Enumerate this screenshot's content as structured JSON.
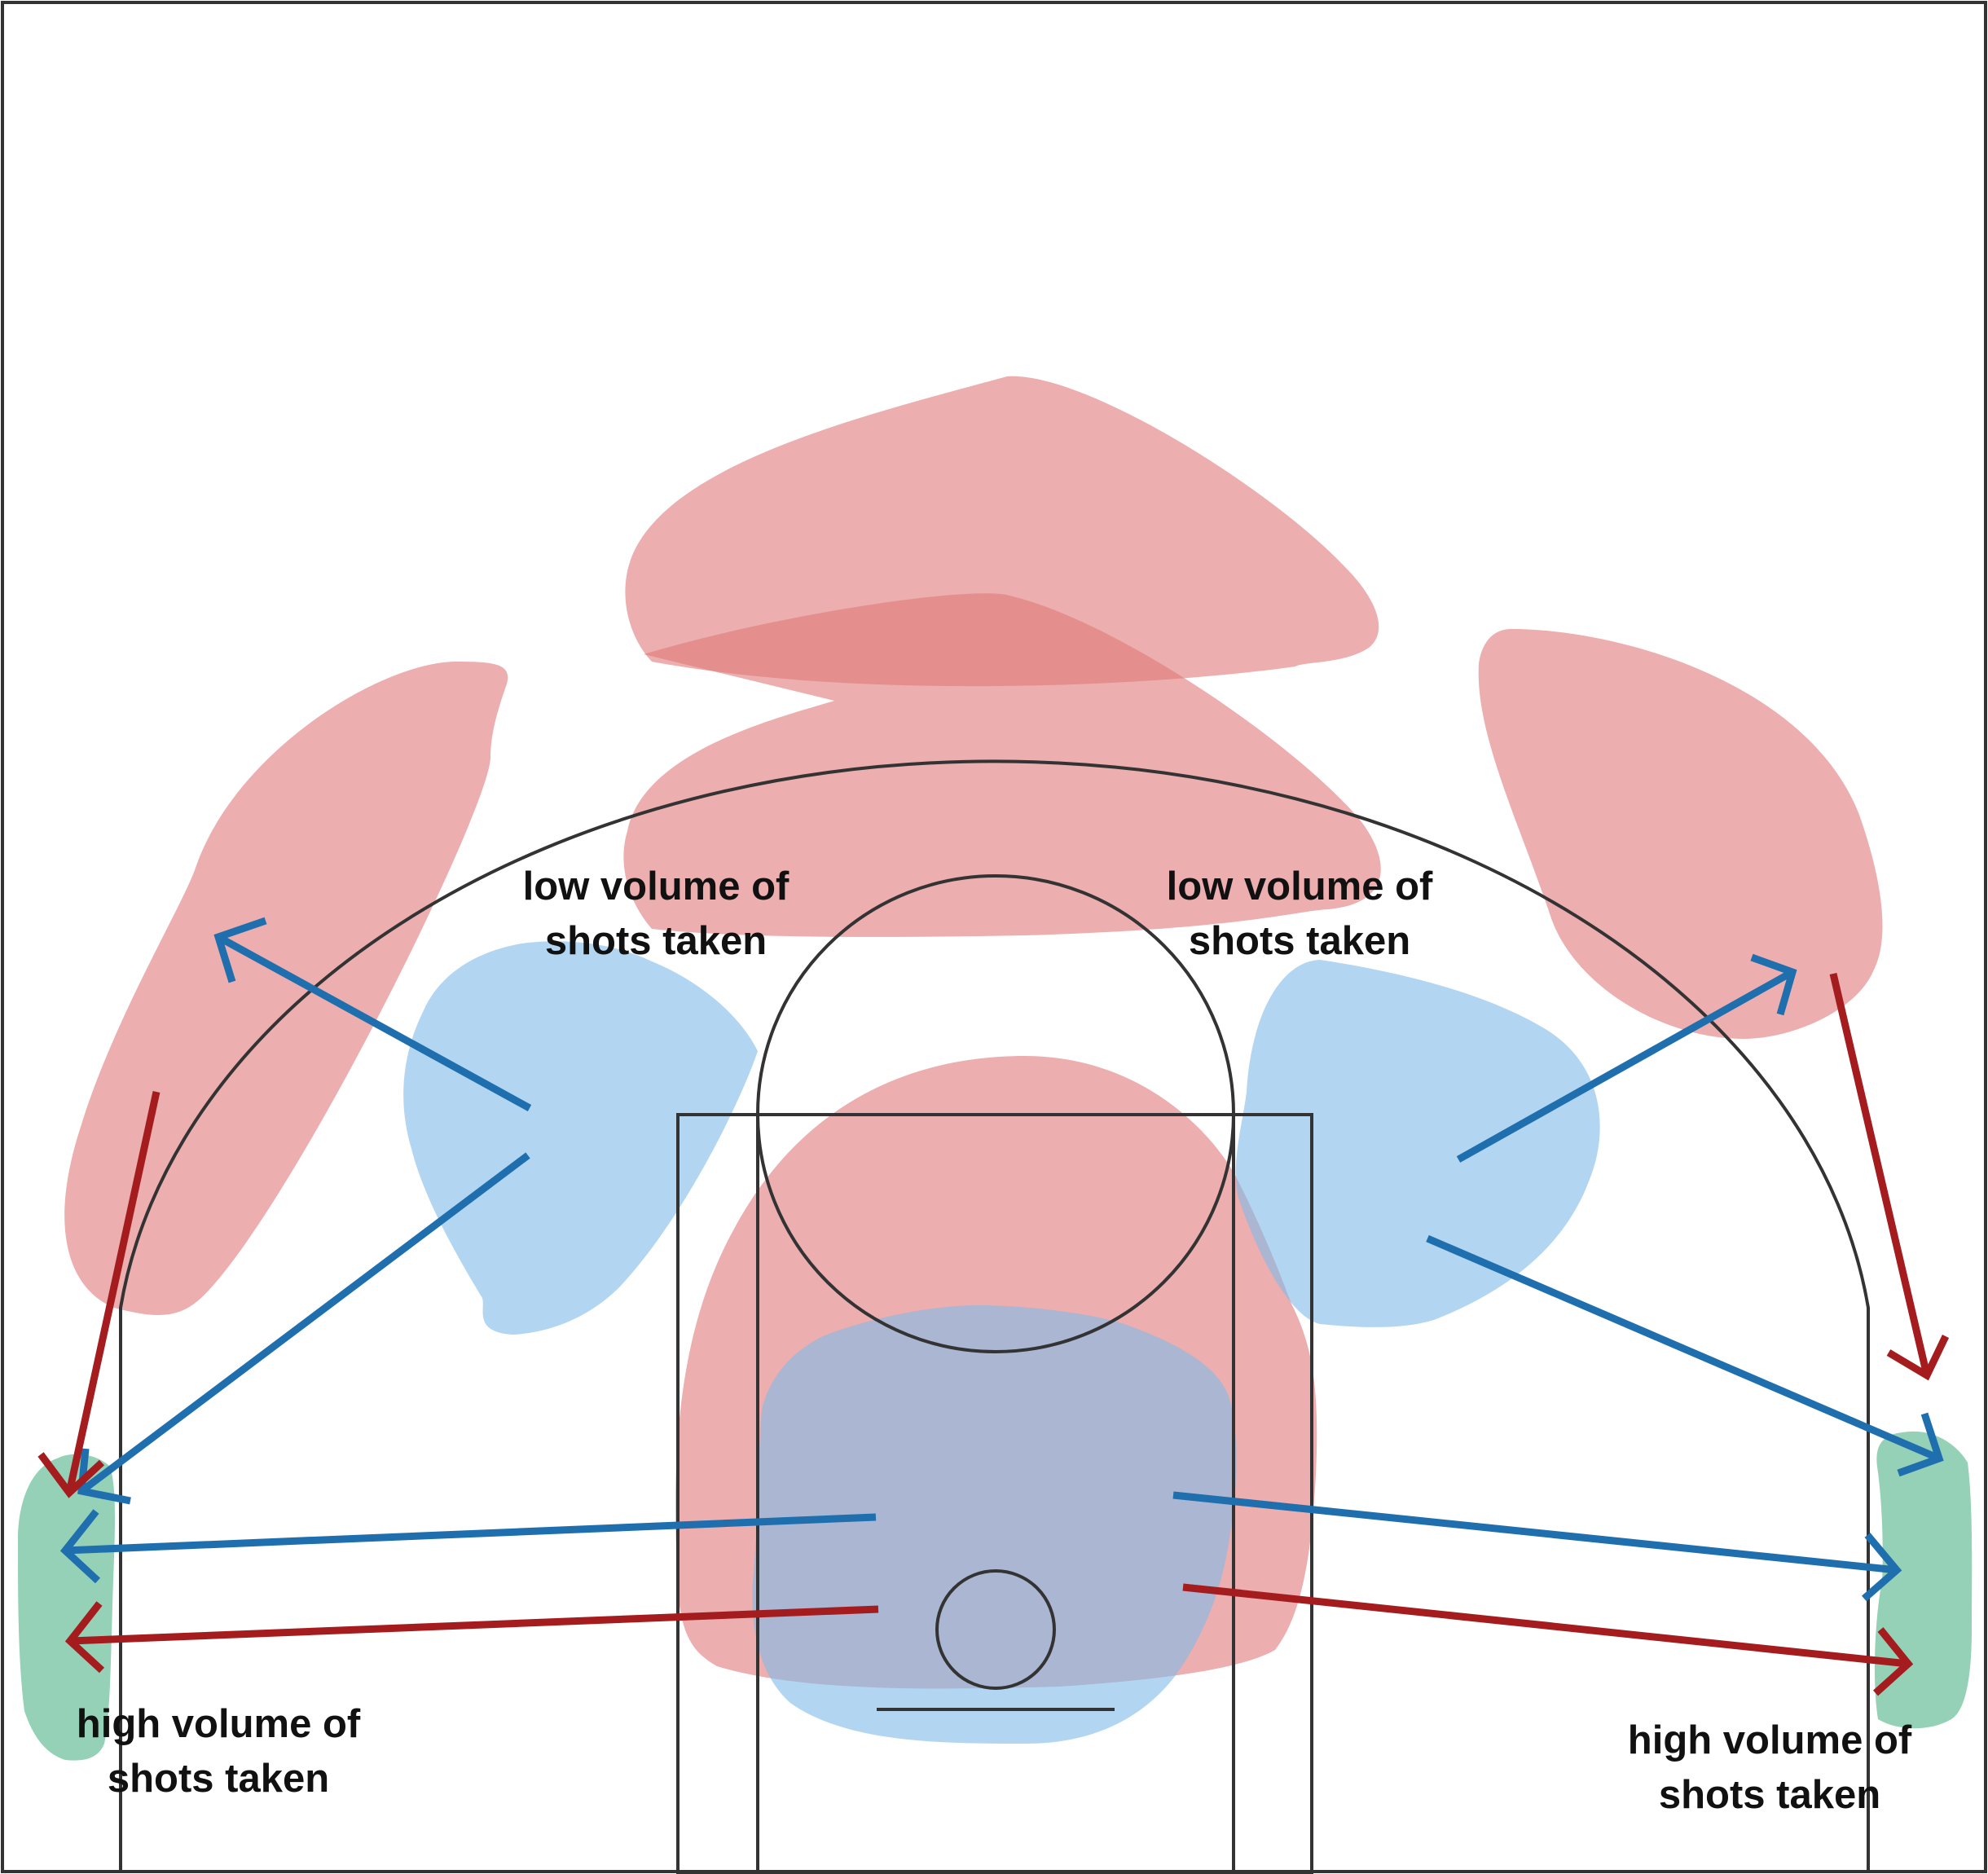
{
  "labels": {
    "low_left": {
      "line1": "low volume of",
      "line2": "shots taken"
    },
    "low_right": {
      "line1": "low volume of",
      "line2": "shots taken"
    },
    "high_left": {
      "line1": "high volume of",
      "line2": "shots taken"
    },
    "high_right": {
      "line1": "high volume of",
      "line2": "shots taken"
    }
  },
  "colors": {
    "court_line": "#333333",
    "red_zone": "#e07878",
    "blue_zone": "#7fbbea",
    "green_zone": "#4fb387",
    "blue_arrow": "#1f6fae",
    "red_arrow": "#a51c1e",
    "label_text": "#111111"
  }
}
